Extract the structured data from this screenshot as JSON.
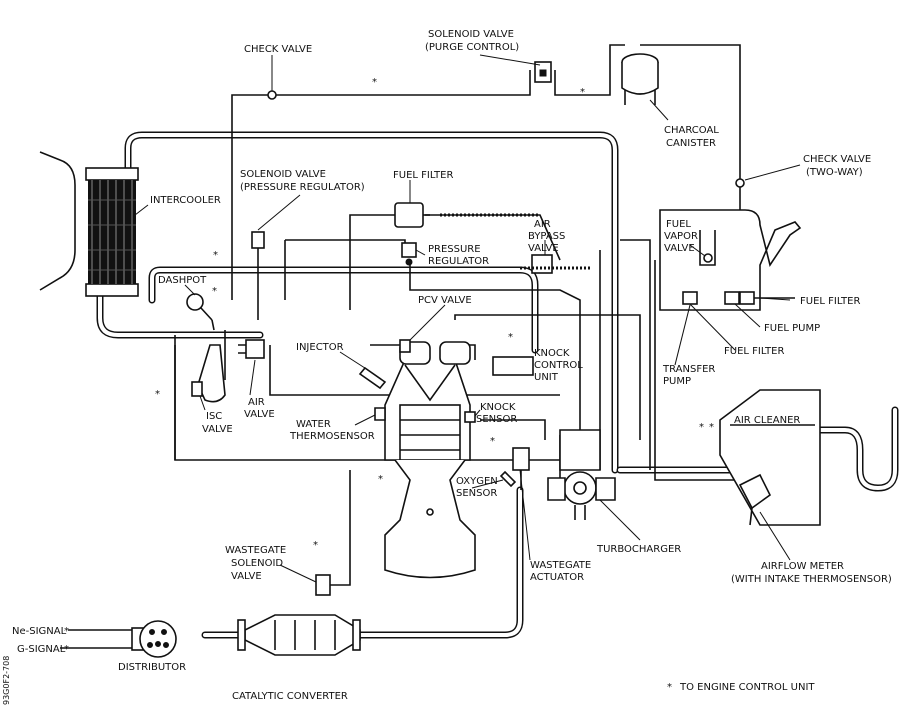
{
  "labels": {
    "check_valve": "CHECK VALVE",
    "solenoid_purge_1": "SOLENOID VALVE",
    "solenoid_purge_2": "(PURGE CONTROL)",
    "charcoal_1": "CHARCOAL",
    "charcoal_2": "CANISTER",
    "check_valve_two_way_1": "CHECK VALVE",
    "check_valve_two_way_2": "(TWO-WAY)",
    "intercooler": "INTERCOOLER",
    "solenoid_pressure_1": "SOLENOID VALVE",
    "solenoid_pressure_2": "(PRESSURE REGULATOR)",
    "fuel_filter_top": "FUEL FILTER",
    "air_bypass_1": "AIR",
    "air_bypass_2": "BYPASS",
    "air_bypass_3": "VALVE",
    "pressure_reg_1": "PRESSURE",
    "pressure_reg_2": "REGULATOR",
    "fuel_vapor_1": "FUEL",
    "fuel_vapor_2": "VAPOR",
    "fuel_vapor_3": "VALVE",
    "dashpot": "DASHPOT",
    "pcv_valve": "PCV VALVE",
    "fuel_filter_right": "FUEL FILTER",
    "fuel_pump": "FUEL PUMP",
    "fuel_filter_lower": "FUEL FILTER",
    "injector": "INJECTOR",
    "knock_unit_1": "KNOCK",
    "knock_unit_2": "CONTROL",
    "knock_unit_3": "UNIT",
    "transfer_1": "TRANSFER",
    "transfer_2": "PUMP",
    "isc_1": "ISC",
    "isc_2": "VALVE",
    "air_valve_1": "AIR",
    "air_valve_2": "VALVE",
    "water_1": "WATER",
    "water_2": "THERMOSENSOR",
    "knock_sensor_1": "KNOCK",
    "knock_sensor_2": "SENSOR",
    "air_cleaner": "AIR CLEANER",
    "oxygen_1": "OXYGEN",
    "oxygen_2": "SENSOR",
    "wastegate_sol_1": "WASTEGATE",
    "wastegate_sol_2": "SOLENOID",
    "wastegate_sol_3": "VALVE",
    "wastegate_act_1": "WASTEGATE",
    "wastegate_act_2": "ACTUATOR",
    "turbocharger": "TURBOCHARGER",
    "airflow_1": "AIRFLOW METER",
    "airflow_2": "(WITH INTAKE THERMOSENSOR)",
    "ne_signal": "Ne-SIGNAL",
    "g_signal": "G-SIGNAL",
    "distributor": "DISTRIBUTOR",
    "catalytic": "CATALYTIC CONVERTER",
    "legend": "TO ENGINE CONTROL UNIT",
    "figure_code": "93G0F2-708"
  },
  "markers": {
    "ecu_mark": "*"
  }
}
